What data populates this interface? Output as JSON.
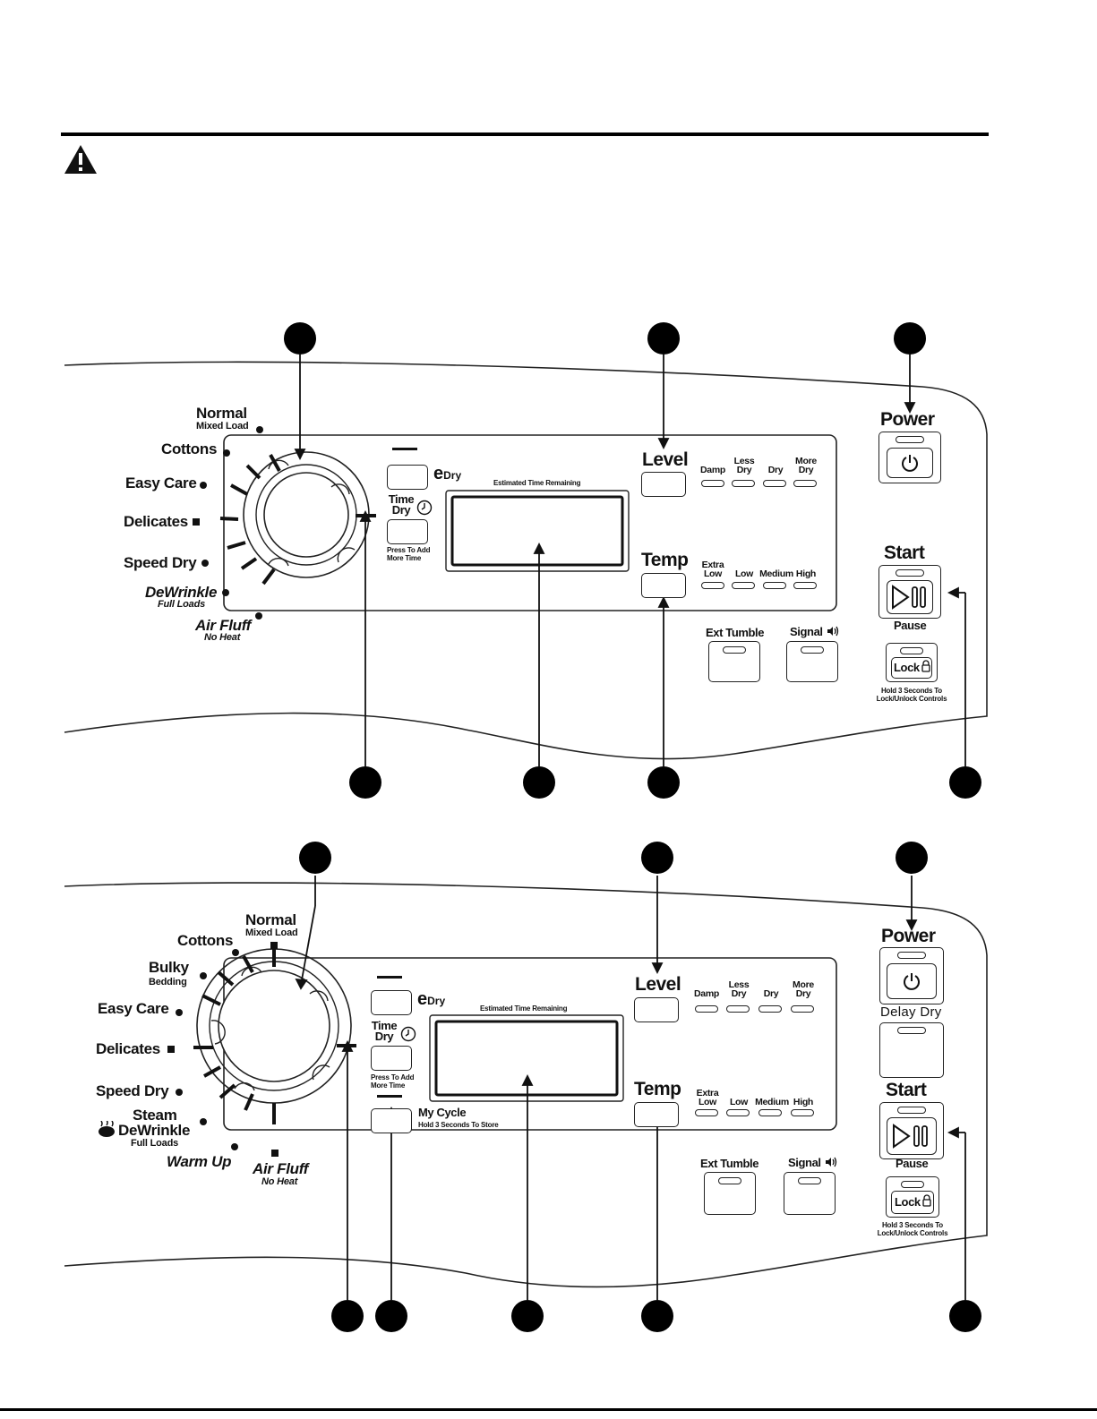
{
  "panel1": {
    "cycles": {
      "normal": "Normal",
      "normal_sub": "Mixed Load",
      "cottons": "Cottons",
      "easy_care": "Easy Care",
      "delicates": "Delicates",
      "speed_dry": "Speed Dry",
      "dewrinkle": "DeWrinkle",
      "dewrinkle_sub": "Full Loads",
      "air_fluff": "Air Fluff",
      "air_fluff_sub": "No Heat"
    },
    "edry": "Dry",
    "time_dry": "Time",
    "time_dry2": "Dry",
    "press_add": "Press To Add",
    "press_add2": "More Time",
    "display_label": "Estimated Time Remaining",
    "level": "Level",
    "level_options": [
      "Damp",
      "Less Dry",
      "Dry",
      "More Dry"
    ],
    "temp": "Temp",
    "temp_options": [
      "Extra Low",
      "Low",
      "Medium",
      "High"
    ],
    "ext_tumble": "Ext Tumble",
    "signal": "Signal",
    "power": "Power",
    "start": "Start",
    "pause": "Pause",
    "lock": "Lock",
    "lock_hint": "Hold 3 Seconds To",
    "lock_hint2": "Lock/Unlock Controls"
  },
  "panel2": {
    "cycles": {
      "normal": "Normal",
      "normal_sub": "Mixed Load",
      "cottons": "Cottons",
      "bulky": "Bulky",
      "bulky_sub": "Bedding",
      "easy_care": "Easy Care",
      "delicates": "Delicates",
      "speed_dry": "Speed Dry",
      "steam": "Steam",
      "dewrinkle": "DeWrinkle",
      "dewrinkle_sub": "Full Loads",
      "warm_up": "Warm Up",
      "air_fluff": "Air Fluff",
      "air_fluff_sub": "No Heat"
    },
    "edry": "Dry",
    "time_dry": "Time",
    "time_dry2": "Dry",
    "press_add": "Press To Add",
    "press_add2": "More Time",
    "my_cycle": "My Cycle",
    "my_cycle_hint": "Hold 3 Seconds To Store",
    "display_label": "Estimated Time Remaining",
    "level": "Level",
    "level_options": [
      "Damp",
      "Less Dry",
      "Dry",
      "More Dry"
    ],
    "temp": "Temp",
    "temp_options": [
      "Extra Low",
      "Low",
      "Medium",
      "High"
    ],
    "ext_tumble": "Ext Tumble",
    "signal": "Signal",
    "power": "Power",
    "delay_dry": "Delay Dry",
    "start": "Start",
    "pause": "Pause",
    "lock": "Lock",
    "lock_hint": "Hold 3 Seconds To",
    "lock_hint2": "Lock/Unlock Controls"
  },
  "icons": {
    "warning": "warning-triangle-icon",
    "power": "power-icon",
    "play_pause": "play-pause-icon",
    "lock": "lock-icon",
    "clock": "clock-icon",
    "signal": "sound-icon",
    "steam": "steam-icon"
  }
}
